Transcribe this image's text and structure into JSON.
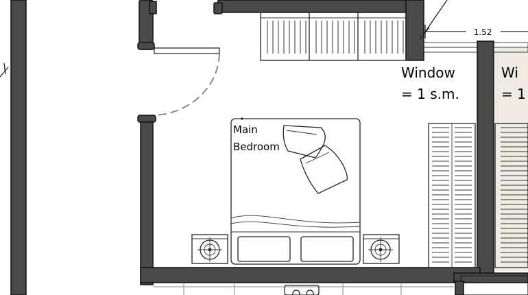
{
  "labels": {
    "room_name_line1": "Main",
    "room_name_line2": "Bedroom",
    "window_title": "Window",
    "window_area": "= 1 s.m.",
    "window2_title": "Wi",
    "window2_area": "= 1",
    "dimension": "1.52"
  },
  "colors": {
    "wall": "#4a4a4a",
    "balcony_floor": "#efebe2",
    "background": "#ffffff"
  }
}
